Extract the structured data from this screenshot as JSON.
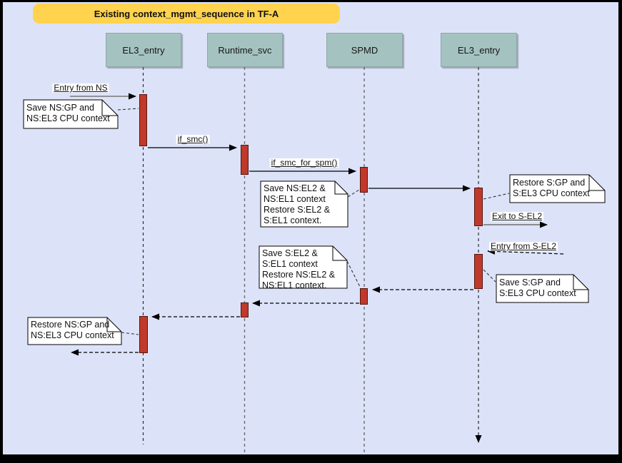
{
  "title": {
    "text": "Existing context_mgmt_sequence in TF-A"
  },
  "colors": {
    "frame": "#000000",
    "background": "#dce3f9",
    "title_bg": "#ffd34e",
    "lifeline_box_bg": "#a4c3c0",
    "activation_bar_fill": "#c0392b",
    "activation_bar_border": "#56150c",
    "note_bg": "#ffffff",
    "message_line": "#000000",
    "entry_exit_line": "#787878"
  },
  "lifelines": [
    {
      "label": "EL3_entry"
    },
    {
      "label": "Runtime_svc"
    },
    {
      "label": "SPMD"
    },
    {
      "label": "EL3_entry"
    }
  ],
  "messages": [
    {
      "label": "Entry from NS",
      "from": "NS",
      "to": "EL3_entry",
      "style": "solid"
    },
    {
      "label": "if_smc()",
      "from": "EL3_entry",
      "to": "Runtime_svc",
      "style": "solid"
    },
    {
      "label": "if_smc_for_spm()",
      "from": "Runtime_svc",
      "to": "SPMD",
      "style": "solid"
    },
    {
      "label": "",
      "from": "SPMD",
      "to": "EL3_entry_2",
      "style": "solid"
    },
    {
      "label": "Exit to S-EL2",
      "from": "EL3_entry_2",
      "to": "S-EL2",
      "style": "solid"
    },
    {
      "label": "Entry from S-EL2",
      "from": "S-EL2",
      "to": "EL3_entry_2",
      "style": "dashed"
    },
    {
      "label": "",
      "from": "EL3_entry_2",
      "to": "SPMD",
      "style": "dashed"
    },
    {
      "label": "",
      "from": "SPMD",
      "to": "Runtime_svc",
      "style": "dashed"
    },
    {
      "label": "",
      "from": "Runtime_svc",
      "to": "EL3_entry",
      "style": "dashed"
    },
    {
      "label": "",
      "from": "EL3_entry",
      "to": "NS",
      "style": "dashed"
    }
  ],
  "notes": [
    {
      "text": "Save NS:GP and\nNS:EL3 CPU context"
    },
    {
      "text": "Save NS:EL2 &\nNS:EL1 context\nRestore S:EL2 &\nS:EL1 context."
    },
    {
      "text": "Restore S:GP and\nS:EL3 CPU context"
    },
    {
      "text": "Save S:EL2 &\nS:EL1 context\nRestore NS:EL2 &\nNS:EL1 context."
    },
    {
      "text": "Save S:GP and\nS:EL3 CPU context"
    },
    {
      "text": "Restore NS:GP and\nNS:EL3 CPU context"
    }
  ]
}
